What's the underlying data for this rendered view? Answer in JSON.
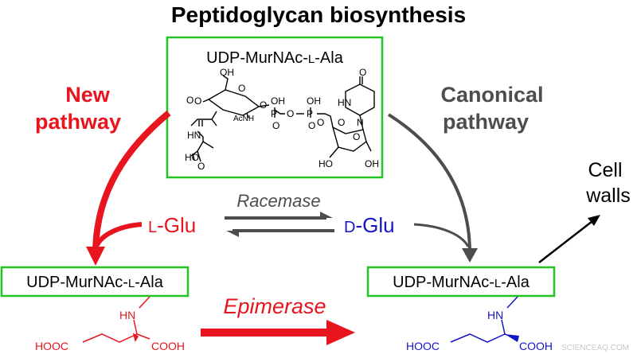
{
  "title": "Peptidoglycan biosynthesis",
  "colors": {
    "new": "#e8141e",
    "canonical": "#4d4d4d",
    "box_border": "#22c322",
    "l_glu": "#e8141e",
    "d_glu": "#1414c8",
    "cell": "#000000"
  },
  "top_box": {
    "label_prefix": "UDP-MurNAc-",
    "label_l": "L",
    "label_suffix": "-Ala",
    "atoms": {
      "oh_top": "OH",
      "o_ring": "O",
      "o_left": "O",
      "o_carbonyl1": "O",
      "acnh": "AcNH",
      "o_glyco": "O",
      "p1": "P",
      "p2": "P",
      "oh_p1": "OH",
      "oh_p2": "OH",
      "o_bridge": "O",
      "o_p1": "O",
      "o_p2": "O",
      "o_ribose": "O",
      "o_ribose_ring": "O",
      "hn_uracil": "HN",
      "o_uracil_top": "O",
      "o_uracil": "O",
      "n_uracil": "N",
      "ho_ribose": "HO",
      "oh_ribose": "OH",
      "hn_ala": "HN",
      "ho_ala": "HO",
      "o_ala": "O"
    }
  },
  "new_pathway": {
    "line1": "New",
    "line2": "pathway"
  },
  "canonical_pathway": {
    "line1": "Canonical",
    "line2": "pathway"
  },
  "racemase": "Racemase",
  "l_glu": {
    "prefix": "L",
    "suffix": "-Glu"
  },
  "d_glu": {
    "prefix": "D",
    "suffix": "-Glu"
  },
  "cell_walls": {
    "line1": "Cell",
    "line2": "walls"
  },
  "left_box": {
    "label_prefix": "UDP-MurNAc-",
    "label_l": "L",
    "label_suffix": "-Ala",
    "hn": "HN",
    "hooc": "HOOC",
    "cooh": "COOH"
  },
  "right_box": {
    "label_prefix": "UDP-MurNAc-",
    "label_l": "L",
    "label_suffix": "-Ala",
    "hn": "HN",
    "hooc": "HOOC",
    "cooh": "COOH"
  },
  "epimerase": "Epimerase",
  "watermark": "SCIENCEAQ.COM"
}
